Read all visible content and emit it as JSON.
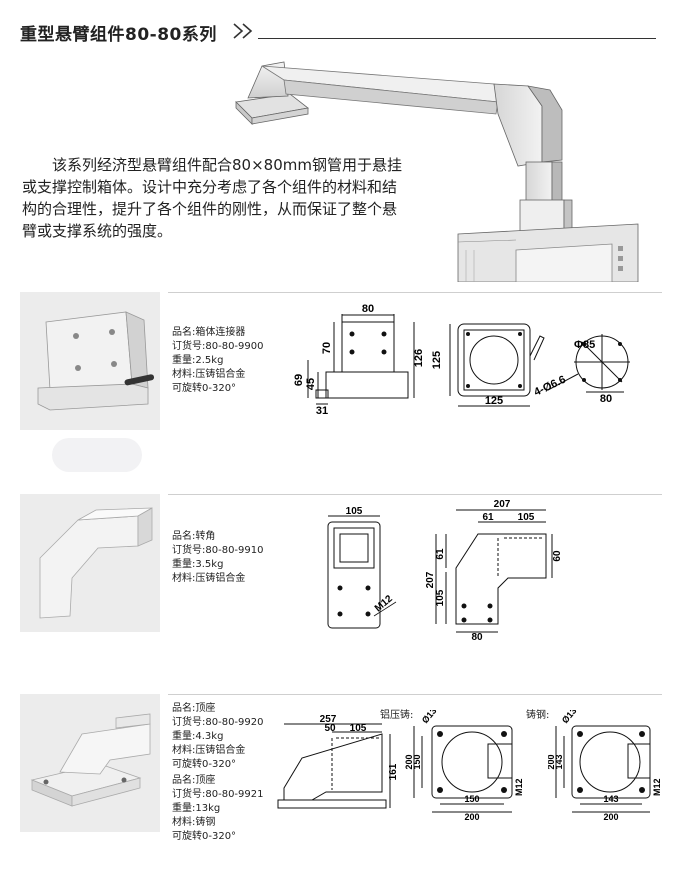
{
  "header": {
    "title": "重型悬臂组件80-80系列"
  },
  "intro": {
    "text": "该系列经济型悬臂组件配合80×80mm钢管用于悬挂或支撑控制箱体。设计中充分考虑了各个组件的材料和结构的合理性，提升了各个组件的刚性，从而保证了整个悬臂或支撑系统的强度。"
  },
  "products": [
    {
      "name": "品名:箱体连接器",
      "order": "订货号:80-80-9900",
      "weight": "重量:2.5kg",
      "material": "材料:压铸铝合金",
      "rotate": "可旋转0-320°",
      "dims": {
        "front_w": "80",
        "h1": "70",
        "h2": "126",
        "h3": "45",
        "h4": "69",
        "base": "31",
        "top_h": "125",
        "top_w": "125",
        "dia": "Φ85",
        "holes": "4-Ø6.6",
        "pcd": "80"
      }
    },
    {
      "name": "品名:转角",
      "order": "订货号:80-80-9910",
      "weight": "重量:3.5kg",
      "material": "材料:压铸铝合金",
      "dims": {
        "front_w": "105",
        "thread": "M12",
        "total_w": "207",
        "a": "61",
        "b": "105",
        "c": "60",
        "h_total": "207",
        "h_a": "61",
        "h_b": "105",
        "base_w": "80"
      }
    },
    {
      "name": "品名:顶座",
      "order": "订货号:80-80-9920",
      "weight": "重量:4.3kg",
      "material": "材料:压铸铝合金",
      "rotate": "可旋转0-320°",
      "dims": {
        "len": "257",
        "a": "50",
        "b": "105",
        "h": "161"
      }
    },
    {
      "name": "品名:顶座",
      "order": "订货号:80-80-9921",
      "weight": "重量:13kg",
      "material": "材料:铸钢",
      "rotate": "可旋转0-320°"
    }
  ],
  "variants": {
    "alu": {
      "label": "铝压铸:",
      "hole": "Ø13",
      "h1": "200",
      "h2": "150",
      "w1": "150",
      "w2": "200",
      "thread": "M12"
    },
    "steel": {
      "label": "铸钢:",
      "hole": "Ø13",
      "h1": "200",
      "h2": "143",
      "w1": "143",
      "w2": "200",
      "thread": "M12"
    }
  }
}
